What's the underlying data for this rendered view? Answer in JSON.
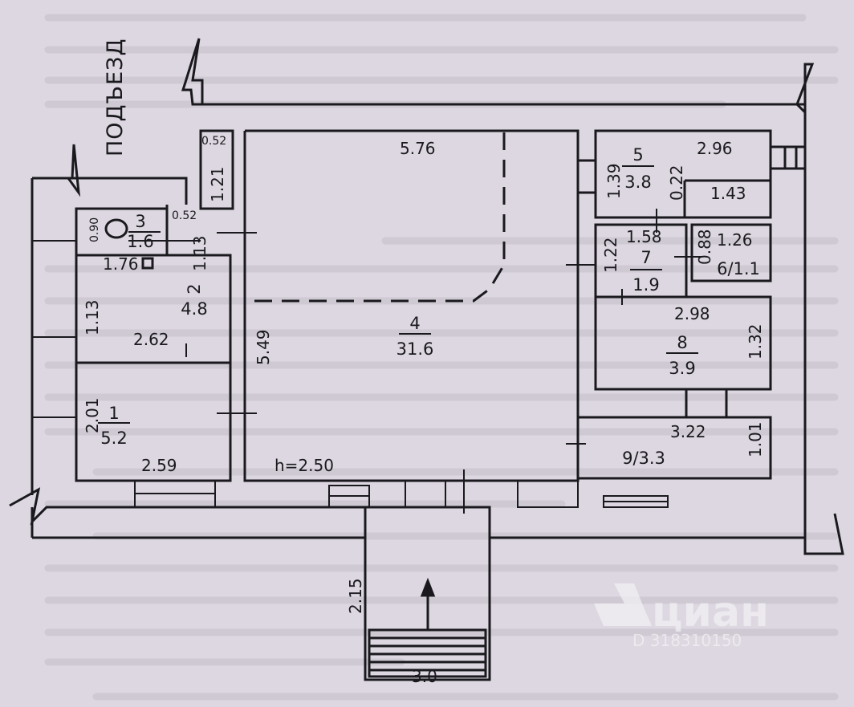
{
  "header": {
    "entrance": "ПОДЪЕЗД",
    "height": "h=2.50"
  },
  "rooms": [
    {
      "number": "1",
      "area": "5.2"
    },
    {
      "number": "2",
      "area": "4.8"
    },
    {
      "number": "3",
      "area": "1.6"
    },
    {
      "number": "4",
      "area": "31.6"
    },
    {
      "number": "5",
      "area": "3.8"
    },
    {
      "label": "6/1.1"
    },
    {
      "number": "7",
      "area": "1.9"
    },
    {
      "number": "8",
      "area": "3.9"
    },
    {
      "label": "9/3.3"
    }
  ],
  "dimensions": {
    "d052a": "0.52",
    "d121": "1.21",
    "d052b": "0.52",
    "d090": "0.90",
    "d176": "1.76",
    "d113a": "1.13",
    "d113b": "1.13",
    "d262": "2.62",
    "d201": "2.01",
    "d259": "2.59",
    "d576": "5.76",
    "d549": "5.49",
    "d296": "2.96",
    "d139": "1.39",
    "d022": "0.22",
    "d143": "1.43",
    "d158": "1.58",
    "d122": "1.22",
    "d126": "1.26",
    "d088": "0.88",
    "d298": "2.98",
    "d132": "1.32",
    "d322": "3.22",
    "d101": "1.01",
    "d215": "2.15",
    "d30": "3.0"
  },
  "watermark": {
    "brand": "циан",
    "code": "D 318310150"
  },
  "colors": {
    "paper": "#dcd7e0",
    "ink": "#1a1a1e",
    "faded_text": "#9a95a2"
  }
}
